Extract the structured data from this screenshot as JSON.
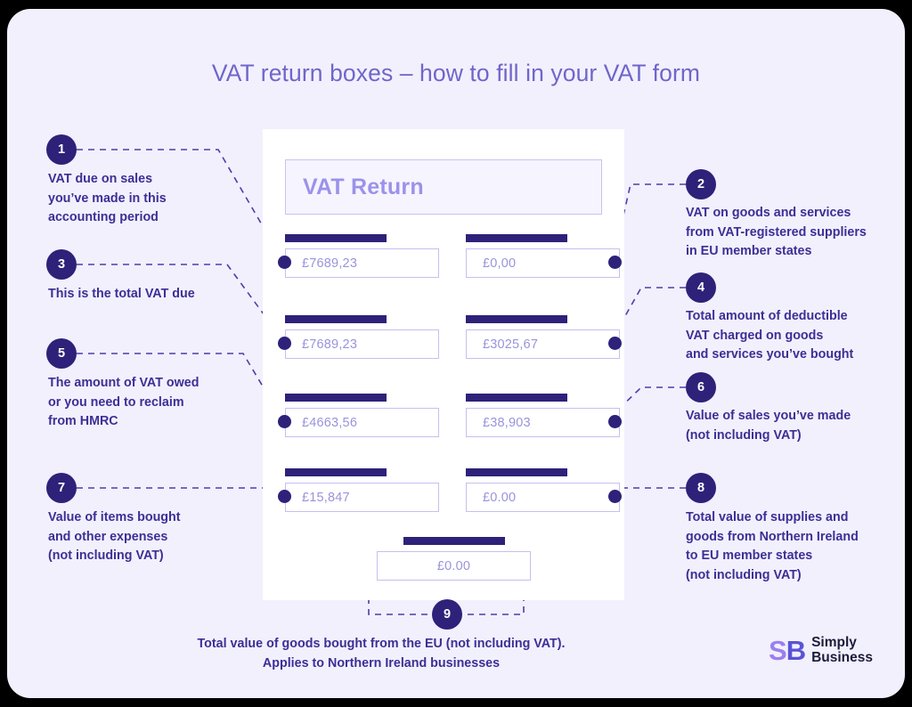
{
  "page": {
    "title": "VAT return boxes – how to fill in your VAT form",
    "background_color": "#f2f0fd",
    "accent_color": "#2e2179",
    "title_color": "#6f66c9"
  },
  "form": {
    "header_label": "VAT Return",
    "fields": [
      {
        "id": "box1",
        "value": "£7689,23",
        "side": "left",
        "row": 1
      },
      {
        "id": "box2",
        "value": "£0,00",
        "side": "right",
        "row": 1
      },
      {
        "id": "box3",
        "value": "£7689,23",
        "side": "left",
        "row": 2
      },
      {
        "id": "box4",
        "value": "£3025,67",
        "side": "right",
        "row": 2
      },
      {
        "id": "box5",
        "value": "£4663,56",
        "side": "left",
        "row": 3
      },
      {
        "id": "box6",
        "value": "£38,903",
        "side": "right",
        "row": 3
      },
      {
        "id": "box7",
        "value": "£15,847",
        "side": "left",
        "row": 4
      },
      {
        "id": "box8",
        "value": "£0.00",
        "side": "right",
        "row": 4
      },
      {
        "id": "box9",
        "value": "£0.00",
        "side": "center",
        "row": 5
      }
    ]
  },
  "annotations": [
    {
      "number": "1",
      "side": "left",
      "text": "VAT due on sales\nyou’ve made in this\naccounting period"
    },
    {
      "number": "2",
      "side": "right",
      "text": "VAT on goods and services\nfrom VAT-registered suppliers\nin EU member states"
    },
    {
      "number": "3",
      "side": "left",
      "text": "This is the total VAT due"
    },
    {
      "number": "4",
      "side": "right",
      "text": "Total amount of deductible\nVAT charged on goods\nand services you’ve bought"
    },
    {
      "number": "5",
      "side": "left",
      "text": "The amount of VAT owed\nor you need to reclaim\nfrom HMRC"
    },
    {
      "number": "6",
      "side": "right",
      "text": "Value of sales you’ve made\n(not including VAT)"
    },
    {
      "number": "7",
      "side": "left",
      "text": "Value of items bought\nand other expenses\n(not including VAT)"
    },
    {
      "number": "8",
      "side": "right",
      "text": "Total value of supplies and\ngoods from Northern Ireland\nto EU member states\n(not including VAT)"
    },
    {
      "number": "9",
      "side": "bottom",
      "text": "Total value of goods bought from the EU (not including VAT).\nApplies to Northern Ireland businesses"
    }
  ],
  "logo": {
    "mark_s": "S",
    "mark_b": "B",
    "name_line1": "Simply",
    "name_line2": "Business"
  }
}
